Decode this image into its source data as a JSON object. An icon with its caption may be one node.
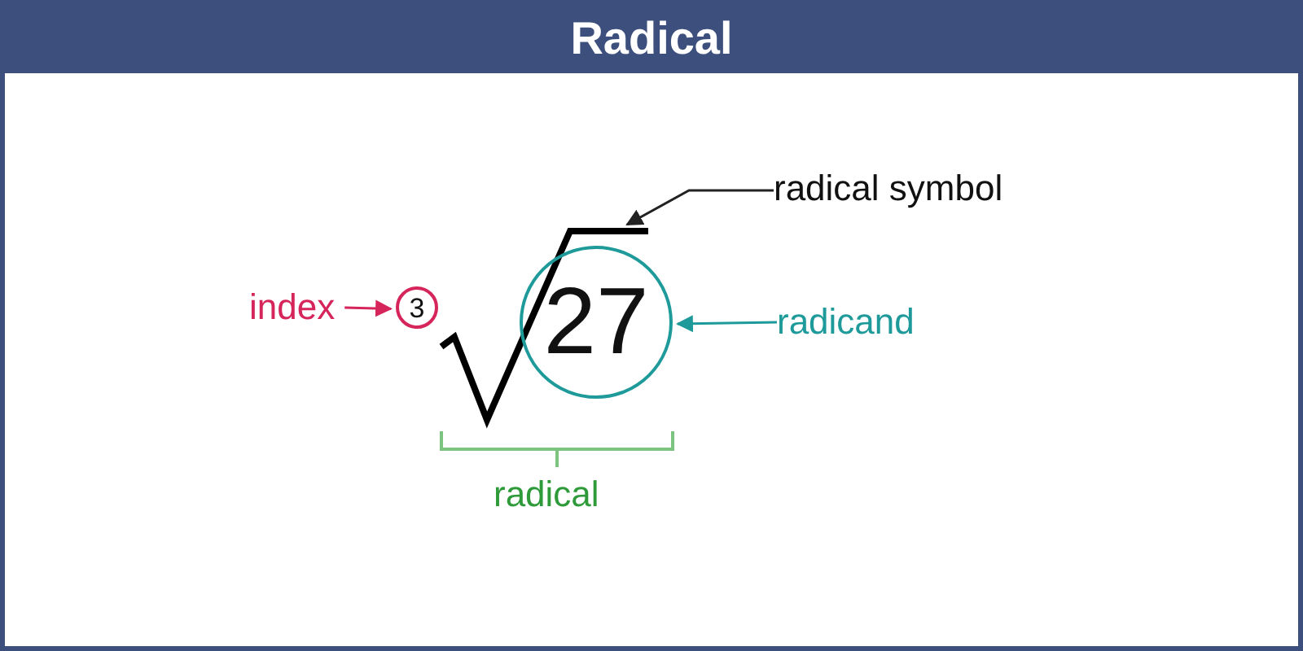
{
  "diagram": {
    "title": "Radical",
    "nodes": [
      {
        "text": [
          "radical symbol"
        ]
      },
      {
        "text": [
          "index"
        ]
      },
      {
        "text": [
          "3"
        ]
      },
      {
        "text": [],
        "shape": "symbol"
      },
      {
        "text": [
          "27"
        ]
      },
      {
        "text": [
          "radicand"
        ]
      }
    ],
    "edges": [
      {
        "from": 0,
        "to": 3,
        "arrow": "to"
      },
      {
        "from": 1,
        "to": 2,
        "arrow": "to",
        "color": "#d6255a"
      },
      {
        "from": 5,
        "to": 4,
        "arrow": "to",
        "color": "#1f9a9a"
      }
    ],
    "labels": [
      "radical"
    ]
  }
}
